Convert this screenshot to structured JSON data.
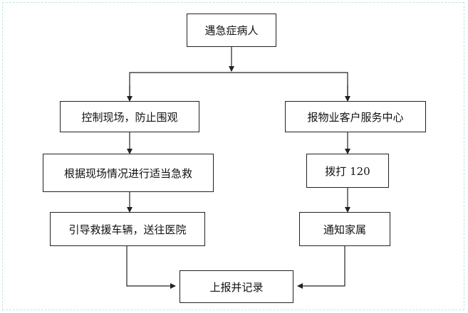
{
  "nodes": {
    "start": "遇急症病人",
    "control": "控制现场，防止围观",
    "report_center": "报物业客户服务中心",
    "first_aid": "根据现场情况进行适当急救",
    "dial": "拨打 120",
    "guide": "引导救援车辆，送往医院",
    "notify": "通知家属",
    "record": "上报并记录"
  },
  "colors": {
    "line": "#222222",
    "frame": "#bfe8dc"
  }
}
